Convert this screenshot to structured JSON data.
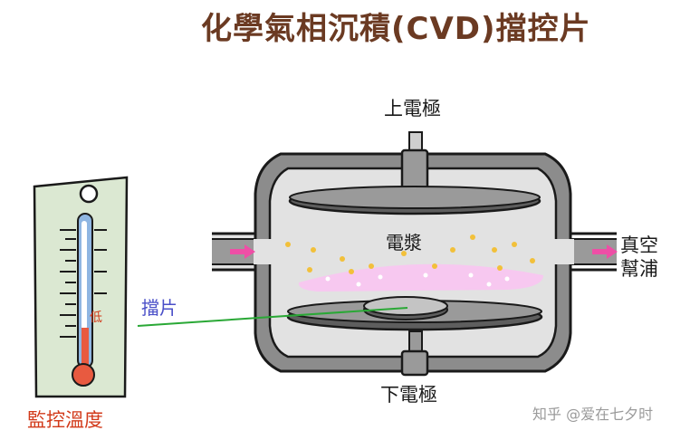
{
  "title": "化學氣相沉積(CVD)擋控片",
  "labels": {
    "top_electrode": "上電極",
    "plasma": "電漿",
    "bottom_electrode": "下電極",
    "vacuum_pump_line1": "真空",
    "vacuum_pump_line2": "幫浦",
    "shutter": "擋片",
    "monitor_temperature": "監控溫度",
    "low": "低"
  },
  "watermark": "知乎 @爱在七夕时",
  "colors": {
    "title": "#6b3a22",
    "chamber_fill": "#8c8c8c",
    "chamber_inner": "#e2e2e2",
    "electrode": "#6a6a6a",
    "plasma": "#f7c8f0",
    "particles": "#f2c03a",
    "arrow": "#ee4fa6",
    "shutter_line": "#2aa836",
    "thermometer_frame": "#dbe8d2",
    "thermometer_tube": "#8fb6e2",
    "mercury": "#e85a40",
    "shutter_label": "#4a4fc8",
    "monitor_label": "#d23a1a"
  }
}
